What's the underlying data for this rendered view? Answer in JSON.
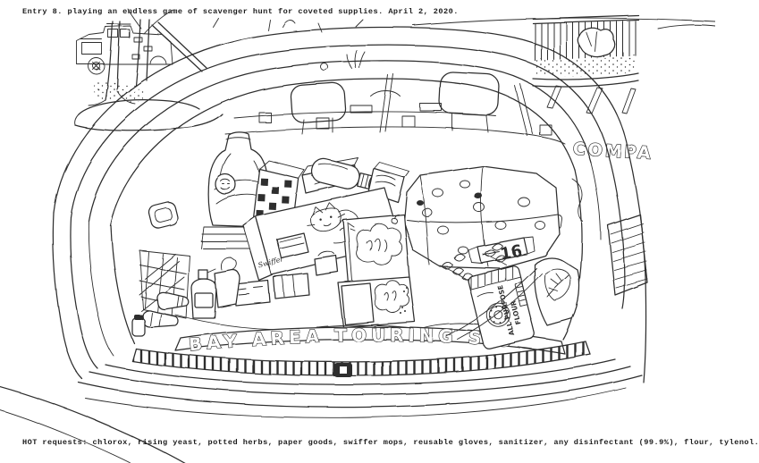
{
  "captions": {
    "top": "Entry 8. playing an endless game of scavenger hunt for coveted supplies. April 2, 2020.",
    "bottom": "HOT requests: chlorox, rising yeast, potted herbs, paper goods, swiffer mops, reusable gloves, sanitizer, any disinfectant (99.9%), flour, tylenol."
  },
  "drawing": {
    "bumper_banner_text": "BAY AREA TOURING SID",
    "pavement_marking": "COMPA",
    "paper_pack_count": "16",
    "flour_bag_line1": "ALL-PURPOSE",
    "flour_bag_line2": "FLOUR",
    "box_label": "Swiffer",
    "ink_color": "#2e2e2e",
    "paper_color": "#ffffff"
  }
}
